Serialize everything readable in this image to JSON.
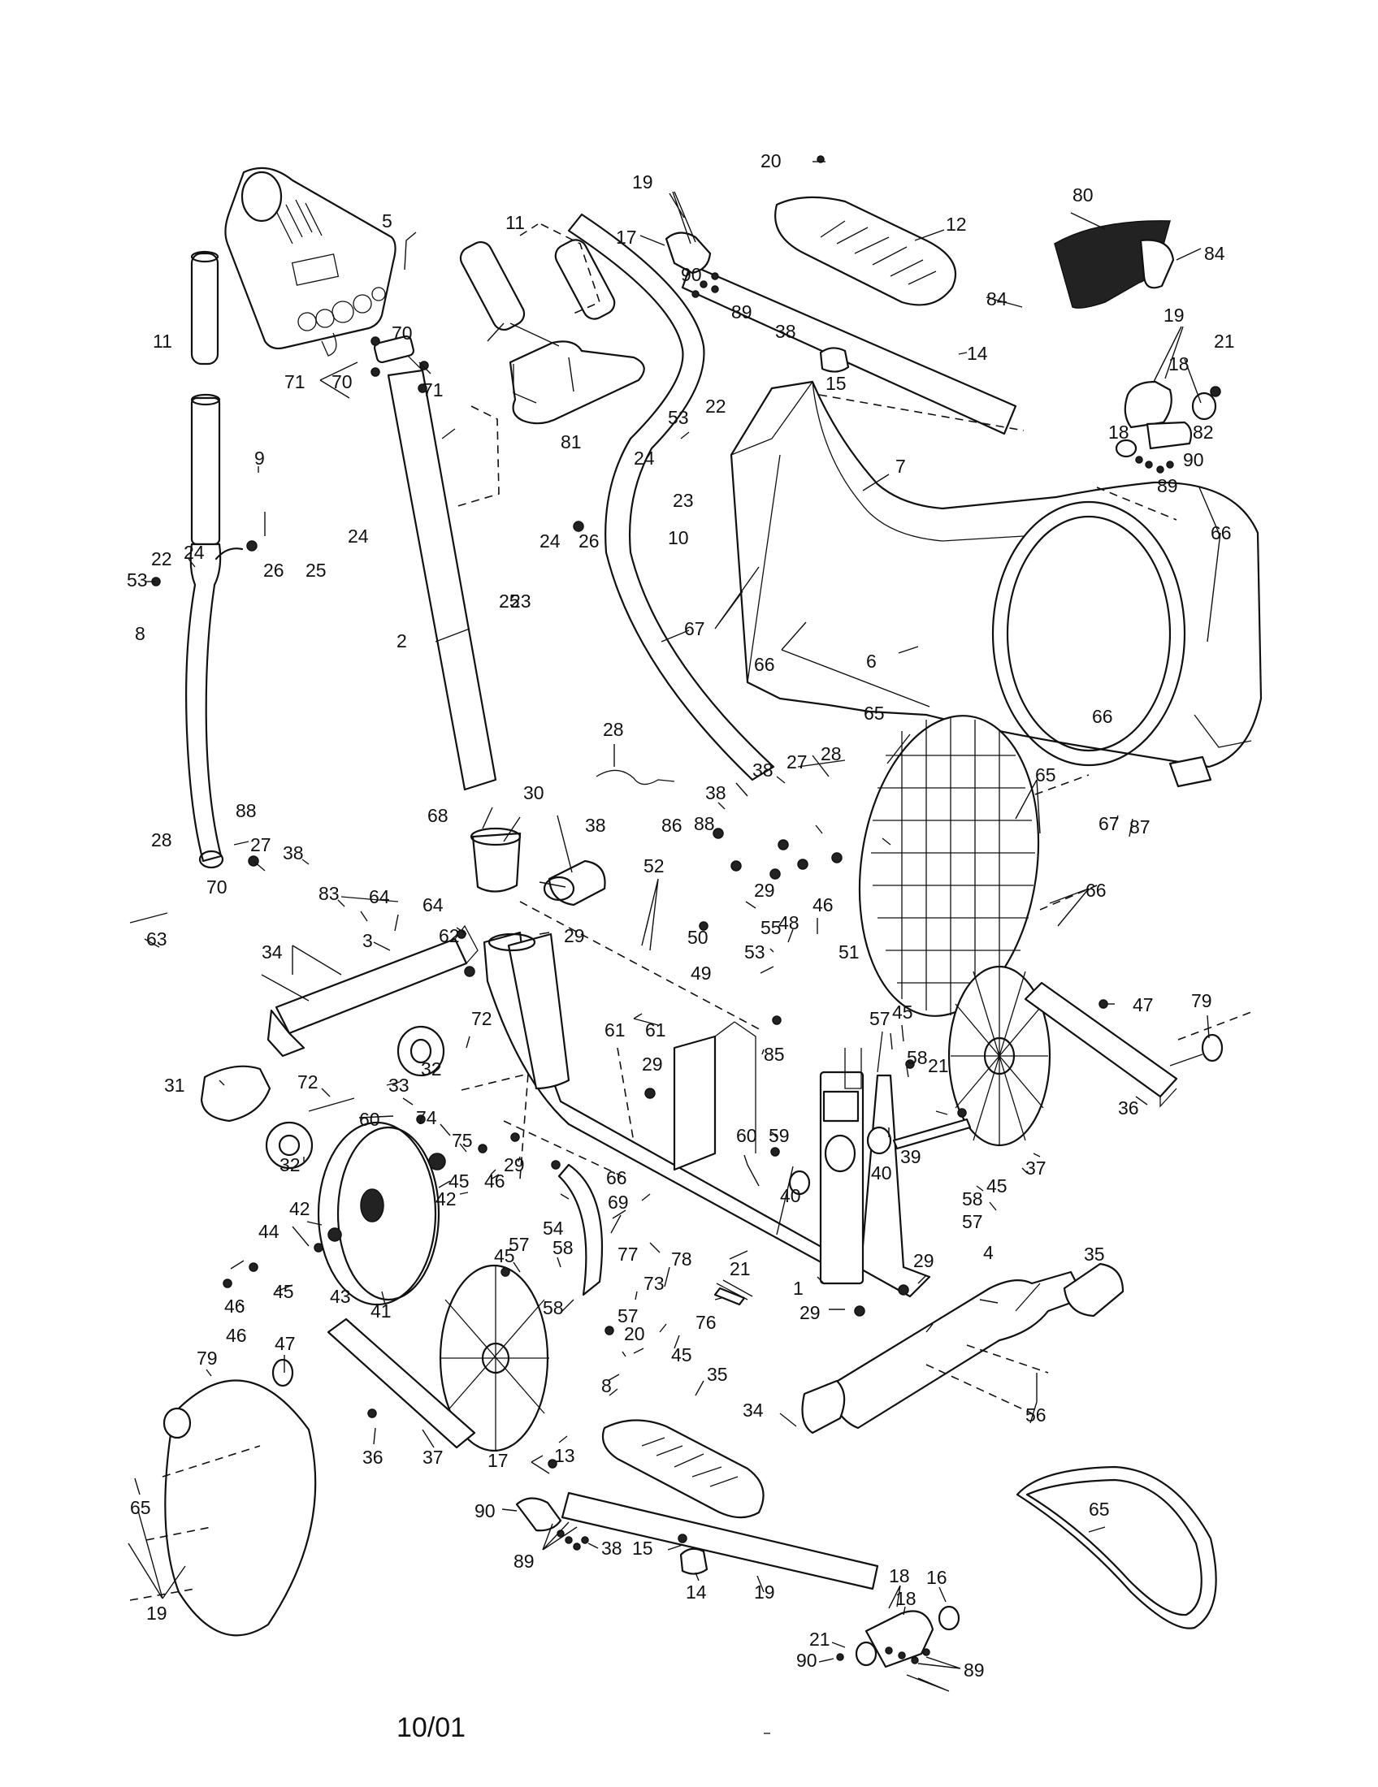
{
  "callouts": [
    {
      "id": "c5",
      "text": "5"
    },
    {
      "id": "c11a",
      "text": "11"
    },
    {
      "id": "c11b",
      "text": "11"
    },
    {
      "id": "c9",
      "text": "9"
    },
    {
      "id": "c2",
      "text": "2"
    },
    {
      "id": "c10",
      "text": "10"
    },
    {
      "id": "c12",
      "text": "12"
    },
    {
      "id": "c14a",
      "text": "14"
    },
    {
      "id": "c15a",
      "text": "15"
    },
    {
      "id": "c80",
      "text": "80"
    },
    {
      "id": "c84a",
      "text": "84"
    },
    {
      "id": "c84b",
      "text": "84"
    },
    {
      "id": "c20a",
      "text": "20"
    },
    {
      "id": "c19a",
      "text": "19"
    },
    {
      "id": "c17a",
      "text": "17"
    },
    {
      "id": "c90a",
      "text": "90"
    },
    {
      "id": "c89a",
      "text": "89"
    },
    {
      "id": "c38a",
      "text": "38"
    },
    {
      "id": "c19b",
      "text": "19"
    },
    {
      "id": "c21a",
      "text": "21"
    },
    {
      "id": "c18a",
      "text": "18"
    },
    {
      "id": "c82",
      "text": "82"
    },
    {
      "id": "c18b",
      "text": "18"
    },
    {
      "id": "c90b",
      "text": "90"
    },
    {
      "id": "c89b",
      "text": "89"
    },
    {
      "id": "c7",
      "text": "7"
    },
    {
      "id": "c66a",
      "text": "66"
    },
    {
      "id": "c66b",
      "text": "66"
    },
    {
      "id": "c66c",
      "text": "66"
    },
    {
      "id": "c67a",
      "text": "67"
    },
    {
      "id": "c6",
      "text": "6"
    },
    {
      "id": "c81",
      "text": "81"
    },
    {
      "id": "c70a",
      "text": "70"
    },
    {
      "id": "c70b",
      "text": "70"
    },
    {
      "id": "c71a",
      "text": "71"
    },
    {
      "id": "c71b",
      "text": "71"
    },
    {
      "id": "c53a",
      "text": "53"
    },
    {
      "id": "c22a",
      "text": "22"
    },
    {
      "id": "c23a",
      "text": "23"
    },
    {
      "id": "c24a",
      "text": "24"
    },
    {
      "id": "c24b",
      "text": "24"
    },
    {
      "id": "c25a",
      "text": "25"
    },
    {
      "id": "c26a",
      "text": "26"
    },
    {
      "id": "c24c",
      "text": "24"
    },
    {
      "id": "c25b",
      "text": "25"
    },
    {
      "id": "c26b",
      "text": "26"
    },
    {
      "id": "c24d",
      "text": "24"
    },
    {
      "id": "c23b",
      "text": "23"
    },
    {
      "id": "c22b",
      "text": "22"
    },
    {
      "id": "c53b",
      "text": "53"
    },
    {
      "id": "c8a",
      "text": "8"
    },
    {
      "id": "c65a",
      "text": "65"
    },
    {
      "id": "c65b",
      "text": "65"
    },
    {
      "id": "c66d",
      "text": "66"
    },
    {
      "id": "c67b",
      "text": "67"
    },
    {
      "id": "c87",
      "text": "87"
    },
    {
      "id": "c28a",
      "text": "28"
    },
    {
      "id": "c38b",
      "text": "38"
    },
    {
      "id": "c27a",
      "text": "27"
    },
    {
      "id": "c28b",
      "text": "28"
    },
    {
      "id": "c38c",
      "text": "38"
    },
    {
      "id": "c88a",
      "text": "88"
    },
    {
      "id": "c86",
      "text": "86"
    },
    {
      "id": "c30",
      "text": "30"
    },
    {
      "id": "c68",
      "text": "68"
    },
    {
      "id": "c38d",
      "text": "38"
    },
    {
      "id": "c88b",
      "text": "88"
    },
    {
      "id": "c38e",
      "text": "38"
    },
    {
      "id": "c27b",
      "text": "27"
    },
    {
      "id": "c28c",
      "text": "28"
    },
    {
      "id": "c63",
      "text": "63"
    },
    {
      "id": "c70c",
      "text": "70"
    },
    {
      "id": "c83",
      "text": "83"
    },
    {
      "id": "c64a",
      "text": "64"
    },
    {
      "id": "c64b",
      "text": "64"
    },
    {
      "id": "c62",
      "text": "62"
    },
    {
      "id": "c29a",
      "text": "29"
    },
    {
      "id": "c52",
      "text": "52"
    },
    {
      "id": "c29b",
      "text": "29"
    },
    {
      "id": "c46a",
      "text": "46"
    },
    {
      "id": "c48",
      "text": "48"
    },
    {
      "id": "c55",
      "text": "55"
    },
    {
      "id": "c53c",
      "text": "53"
    },
    {
      "id": "c51",
      "text": "51"
    },
    {
      "id": "c50",
      "text": "50"
    },
    {
      "id": "c49",
      "text": "49"
    },
    {
      "id": "c34a",
      "text": "34"
    },
    {
      "id": "c3",
      "text": "3"
    },
    {
      "id": "c72a",
      "text": "72"
    },
    {
      "id": "c61a",
      "text": "61"
    },
    {
      "id": "c61b",
      "text": "61"
    },
    {
      "id": "c85",
      "text": "85"
    },
    {
      "id": "c47a",
      "text": "47"
    },
    {
      "id": "c79a",
      "text": "79"
    },
    {
      "id": "c57a",
      "text": "57"
    },
    {
      "id": "c45a",
      "text": "45"
    },
    {
      "id": "c58a",
      "text": "58"
    },
    {
      "id": "c36a",
      "text": "36"
    },
    {
      "id": "c31",
      "text": "31"
    },
    {
      "id": "c72b",
      "text": "72"
    },
    {
      "id": "c33",
      "text": "33"
    },
    {
      "id": "c32a",
      "text": "32"
    },
    {
      "id": "c29c",
      "text": "29"
    },
    {
      "id": "c21b",
      "text": "21"
    },
    {
      "id": "c60a",
      "text": "60"
    },
    {
      "id": "c74",
      "text": "74"
    },
    {
      "id": "c75",
      "text": "75"
    },
    {
      "id": "c32b",
      "text": "32"
    },
    {
      "id": "c29d",
      "text": "29"
    },
    {
      "id": "c46b",
      "text": "46"
    },
    {
      "id": "c45b",
      "text": "45"
    },
    {
      "id": "c42a",
      "text": "42"
    },
    {
      "id": "c60b",
      "text": "60"
    },
    {
      "id": "c59",
      "text": "59"
    },
    {
      "id": "c39",
      "text": "39"
    },
    {
      "id": "c40a",
      "text": "40"
    },
    {
      "id": "c40b",
      "text": "40"
    },
    {
      "id": "c58b",
      "text": "58"
    },
    {
      "id": "c45c",
      "text": "45"
    },
    {
      "id": "c57b",
      "text": "57"
    },
    {
      "id": "c37a",
      "text": "37"
    },
    {
      "id": "c42b",
      "text": "42"
    },
    {
      "id": "c44",
      "text": "44"
    },
    {
      "id": "c46c",
      "text": "46"
    },
    {
      "id": "c66e",
      "text": "66"
    },
    {
      "id": "c69",
      "text": "69"
    },
    {
      "id": "c54",
      "text": "54"
    },
    {
      "id": "c77",
      "text": "77"
    },
    {
      "id": "c78",
      "text": "78"
    },
    {
      "id": "c73",
      "text": "73"
    },
    {
      "id": "c21c",
      "text": "21"
    },
    {
      "id": "c1",
      "text": "1"
    },
    {
      "id": "c29e",
      "text": "29"
    },
    {
      "id": "c4",
      "text": "4"
    },
    {
      "id": "c35a",
      "text": "35"
    },
    {
      "id": "c43",
      "text": "43"
    },
    {
      "id": "c41",
      "text": "41"
    },
    {
      "id": "c45d",
      "text": "45"
    },
    {
      "id": "c57c",
      "text": "57"
    },
    {
      "id": "c58c",
      "text": "58"
    },
    {
      "id": "c76",
      "text": "76"
    },
    {
      "id": "c29f",
      "text": "29"
    },
    {
      "id": "c46d",
      "text": "46"
    },
    {
      "id": "c45e",
      "text": "45"
    },
    {
      "id": "c58d",
      "text": "58"
    },
    {
      "id": "c57d",
      "text": "57"
    },
    {
      "id": "c20b",
      "text": "20"
    },
    {
      "id": "c45f",
      "text": "45"
    },
    {
      "id": "c8b",
      "text": "8"
    },
    {
      "id": "c79b",
      "text": "79"
    },
    {
      "id": "c47b",
      "text": "47"
    },
    {
      "id": "c36b",
      "text": "36"
    },
    {
      "id": "c37b",
      "text": "37"
    },
    {
      "id": "c13",
      "text": "13"
    },
    {
      "id": "c35b",
      "text": "35"
    },
    {
      "id": "c34b",
      "text": "34"
    },
    {
      "id": "c56",
      "text": "56"
    },
    {
      "id": "c65c",
      "text": "65"
    },
    {
      "id": "c65d",
      "text": "65"
    },
    {
      "id": "c19c",
      "text": "19"
    },
    {
      "id": "c17b",
      "text": "17"
    },
    {
      "id": "c90c",
      "text": "90"
    },
    {
      "id": "c89c",
      "text": "89"
    },
    {
      "id": "c38f",
      "text": "38"
    },
    {
      "id": "c15b",
      "text": "15"
    },
    {
      "id": "c14b",
      "text": "14"
    },
    {
      "id": "c19d",
      "text": "19"
    },
    {
      "id": "c18c",
      "text": "18"
    },
    {
      "id": "c16",
      "text": "16"
    },
    {
      "id": "c18d",
      "text": "18"
    },
    {
      "id": "c21d",
      "text": "21"
    },
    {
      "id": "c90d",
      "text": "90"
    },
    {
      "id": "c89d",
      "text": "89"
    }
  ],
  "footer": {
    "date_code": "10/01"
  }
}
